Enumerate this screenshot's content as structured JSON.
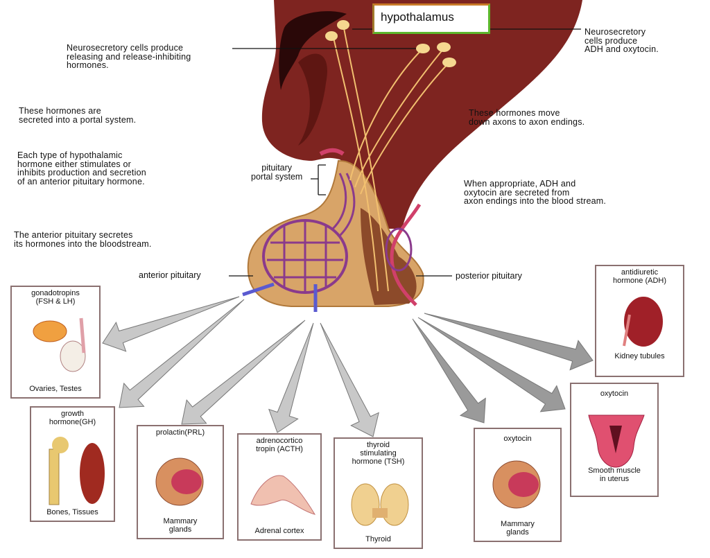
{
  "title_label": "hypothalamus",
  "notes_left": [
    "Neurosecretory cells produce\nreleasing and release-inhibiting\nhormones.",
    "These hormones are\nsecreted into a portal system.",
    "Each type of hypothalamic\nhormone either stimulates or\ninhibits production and secretion\nof an anterior pituitary hormone.",
    "The anterior pituitary secretes\nits hormones into the bloodstream."
  ],
  "notes_right": [
    "Neurosecretory\ncells produce\nADH and oxytocin.",
    "These hormones move\ndown axons to axon endings.",
    "When appropriate, ADH and\noxytocin are secreted from\naxon endings into the blood stream."
  ],
  "labels": {
    "portal": "pituitary\nportal system",
    "anterior": "anterior pituitary",
    "posterior": "posterior pituitary"
  },
  "targets": [
    {
      "hormone": "gonadotropins\n(FSH & LH)",
      "organ": "Ovaries, Testes"
    },
    {
      "hormone": "growth\nhormone(GH)",
      "organ": "Bones, Tissues"
    },
    {
      "hormone": "prolactin(PRL)",
      "organ": "Mammary\nglands"
    },
    {
      "hormone": "adrenocortico\ntropin (ACTH)",
      "organ": "Adrenal cortex"
    },
    {
      "hormone": "thyroid\nstimulating\nhormone (TSH)",
      "organ": "Thyroid"
    },
    {
      "hormone": "oxytocin",
      "organ": "Mammary\nglands"
    },
    {
      "hormone": "oxytocin",
      "organ": "Smooth muscle\nin uterus"
    },
    {
      "hormone": "antidiuretic\nhormone (ADH)",
      "organ": "Kidney tubules"
    }
  ],
  "colors": {
    "brain": "#7e2420",
    "gland": "#d8a468",
    "vessel": "#8a3a8c",
    "arrow_light": "#c8c8c8",
    "arrow_dark": "#9a9a9a",
    "label_border": "#5cb82c"
  }
}
